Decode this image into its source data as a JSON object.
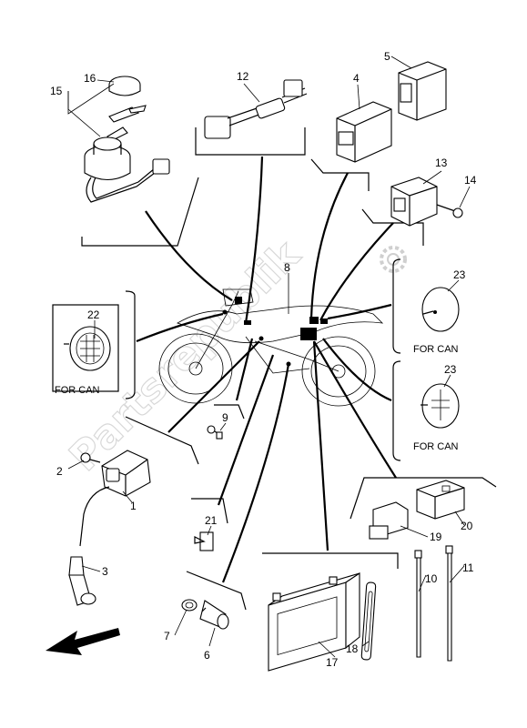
{
  "callouts": {
    "c1": "1",
    "c2": "2",
    "c3": "3",
    "c4": "4",
    "c5": "5",
    "c6": "6",
    "c7": "7",
    "c8": "8",
    "c9": "9",
    "c10": "10",
    "c11": "11",
    "c12": "12",
    "c13": "13",
    "c14": "14",
    "c15": "15",
    "c16": "16",
    "c17": "17",
    "c18": "18",
    "c19": "19",
    "c20": "20",
    "c21": "21",
    "c22": "22",
    "c23a": "23",
    "c23b": "23"
  },
  "for_can_label": "FOR CAN",
  "watermark": "Partsrepublik",
  "icons": {
    "direction_arrow": "front-arrow-icon",
    "gear": "gear-icon"
  }
}
